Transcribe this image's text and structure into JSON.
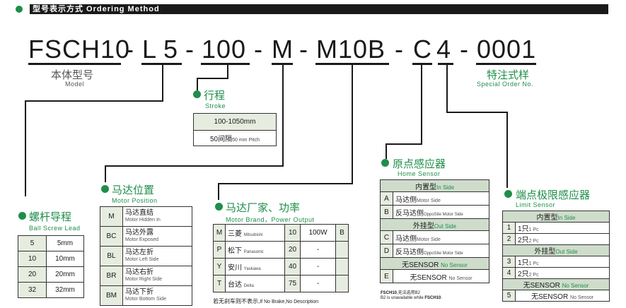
{
  "header": {
    "title": "型号表示方式 Ordering Method"
  },
  "code": {
    "seg1": "FSCH10",
    "seg2": "L",
    "seg3": "5",
    "seg4": "100",
    "seg5": "M",
    "seg6": "M10B",
    "seg7": "C",
    "seg8": "4",
    "seg9": "0001",
    "dash": "-"
  },
  "model": {
    "cn": "本体型号",
    "en": "Model"
  },
  "special": {
    "cn": "特注式样",
    "en": "Special Order No."
  },
  "stroke": {
    "cn": "行程",
    "en": "Stroke",
    "range": "100-1050mm",
    "pitch_cn": "50间隔",
    "pitch_en": "50 mm Pitch"
  },
  "lead": {
    "cn": "螺杆导程",
    "en": "Ball Screw Lead",
    "rows": [
      {
        "code": "5",
        "val": "5mm"
      },
      {
        "code": "10",
        "val": "10mm"
      },
      {
        "code": "20",
        "val": "20mm"
      },
      {
        "code": "32",
        "val": "32mm"
      }
    ]
  },
  "motorpos": {
    "cn": "马达位置",
    "en": "Motor Position",
    "rows": [
      {
        "code": "M",
        "cn": "马达直结",
        "en": "Motor Hidden In"
      },
      {
        "code": "BC",
        "cn": "马达外露",
        "en": "Motor Exposed"
      },
      {
        "code": "BL",
        "cn": "马达左折",
        "en": "Motor Left Side"
      },
      {
        "code": "BR",
        "cn": "马达右折",
        "en": "Motor Right Side"
      },
      {
        "code": "BM",
        "cn": "马达下折",
        "en": "Motor Bottom Side"
      }
    ]
  },
  "brand": {
    "cn": "马达厂家、功率",
    "en": "Motor Brand，Power Output",
    "rows": [
      {
        "code": "M",
        "cn": "三菱",
        "en": "Mitsubishi",
        "pcode": "10",
        "power": "100W",
        "b": "B"
      },
      {
        "code": "P",
        "cn": "松下",
        "en": "Panasonic",
        "pcode": "20",
        "power": "-"
      },
      {
        "code": "Y",
        "cn": "安川",
        "en": "Yaskawa",
        "pcode": "40",
        "power": "-"
      },
      {
        "code": "T",
        "cn": "台达",
        "en": "Delta",
        "pcode": "75",
        "power": "-"
      }
    ],
    "note_cn": "若无刹车则不表示,",
    "note_en": "If No Brake,No Description"
  },
  "home": {
    "cn": "原点感应器",
    "en": "Home Sensor",
    "inside_cn": "内置型",
    "inside_en": "In Side",
    "outside_cn": "外挂型",
    "outside_en": "Out Side",
    "rows_in": [
      {
        "code": "A",
        "cn": "马达侧",
        "en": "Motor Side"
      },
      {
        "code": "B",
        "cn": "反马达侧",
        "en": "OppoSite Motor Side"
      }
    ],
    "rows_out": [
      {
        "code": "C",
        "cn": "马达侧",
        "en": "Motor Side"
      },
      {
        "code": "D",
        "cn": "反马达侧",
        "en": "OppoSite Motor Side"
      }
    ],
    "none_cn": "无SENSOR",
    "none_en": "No Sensor",
    "none_code": "E",
    "note1_bold": "FSCH10",
    "note1": ",无法选用B2",
    "note2a": "B2 is unavailable while ",
    "note2_bold": "FSCH10",
    "note2b": "."
  },
  "limit": {
    "cn": "端点极限感应器",
    "en": "Limit Sensor",
    "inside_cn": "内置型",
    "inside_en": "In Side",
    "outside_cn": "外挂型",
    "outside_en": "Out Side",
    "rows_in": [
      {
        "code": "1",
        "cn": "1只",
        "en": "1 Pc"
      },
      {
        "code": "2",
        "cn": "2只",
        "en": "2 Pc"
      }
    ],
    "rows_out": [
      {
        "code": "3",
        "cn": "1只",
        "en": "1 Pc"
      },
      {
        "code": "4",
        "cn": "2只",
        "en": "2 Pc"
      }
    ],
    "none_cn": "无SENSOR",
    "none_en": "No Sensor",
    "none_code": "5"
  }
}
